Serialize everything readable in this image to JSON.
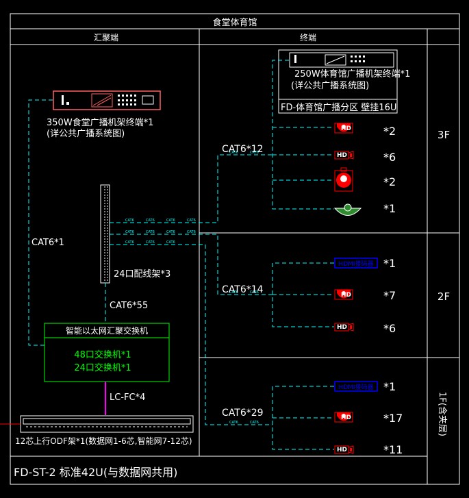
{
  "header": {
    "title": "食堂体育馆",
    "col_left": "汇聚端",
    "col_right": "终端"
  },
  "left": {
    "amp_label_1": "350W食堂广播机架终端*1",
    "amp_label_2": "(详公共广播系统图)",
    "link_amp": "CAT6*1",
    "patch_panel": "24口配线架*3",
    "link_switch": "CAT6*55",
    "switch_title": "智能以太网汇聚交换机",
    "switch_line1": "48口交换机*1",
    "switch_line2": "24口交换机*1",
    "link_odf": "LC-FC*4",
    "odf_label": "12芯上行ODF架*1(数据网1-6芯,智能网7-12芯)",
    "rack_label": "FD-ST-2 标准42U(与数据网共用)"
  },
  "floors": {
    "f3": "3F",
    "f2": "2F",
    "f1": "1F(含夹层)"
  },
  "gym": {
    "amp_label_1": "250W体育馆广播机架终端*1",
    "amp_label_2": "(详公共广播系统图)",
    "box_label": "FD-体育馆广播分区 壁挂16U"
  },
  "cable_tag": "CAT6",
  "icon_text": {
    "hd": "HD",
    "hdmi": "HDMI接码器"
  },
  "trunks": {
    "f3": "CAT6*12",
    "f2": "CAT6*14",
    "f1": "CAT6*29"
  },
  "counts": {
    "f3": [
      "*2",
      "*6",
      "*2",
      "*1"
    ],
    "f2": [
      "*1",
      "*7",
      "*6"
    ],
    "f1": [
      "*1",
      "*17",
      "*11"
    ]
  },
  "colors": {
    "frame": "#ffffff",
    "cable": "#00ffff",
    "switch_box": "#00ff00",
    "device_red": "#ff0000",
    "hdmi_blue": "#0000ff",
    "fiber": "#ff00ff",
    "ap_green": "#2e8b2e"
  },
  "icons": [
    "broadcast-amplifier-icon",
    "dome-camera-icon",
    "bullet-camera-icon",
    "ptz-camera-icon",
    "wireless-ap-icon",
    "hdmi-encoder-icon",
    "patch-panel-icon",
    "odf-frame-icon"
  ]
}
